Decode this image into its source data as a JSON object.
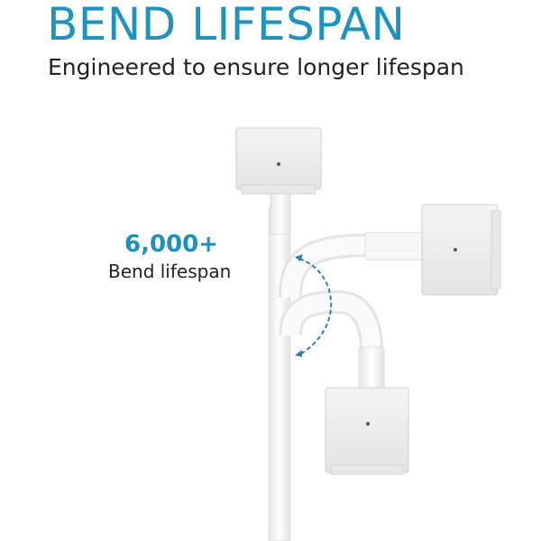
{
  "header": {
    "title": "BEND LIFESPAN",
    "subtitle": "Engineered to ensure longer lifespan"
  },
  "stat": {
    "value": "6,000+",
    "label": "Bend lifespan"
  },
  "colors": {
    "accent": "#1f93bd",
    "text": "#222222",
    "arrow": "#3a7fa3"
  }
}
